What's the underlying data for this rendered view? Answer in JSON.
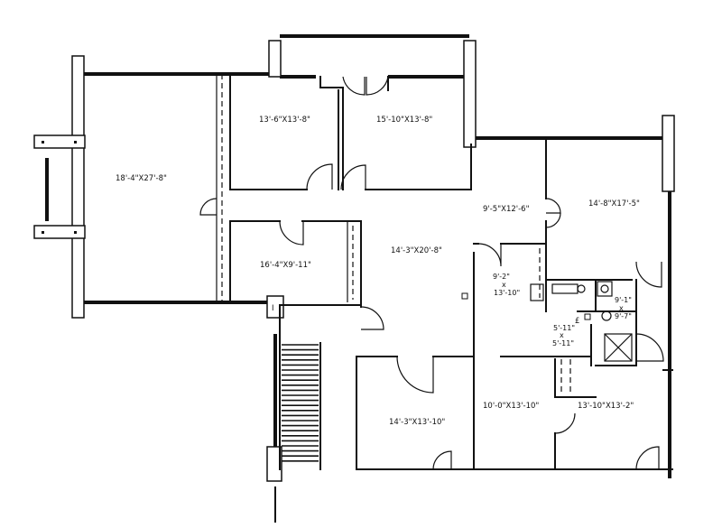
{
  "rooms": {
    "great_room": "18'-4\"X27'-8\"",
    "bedroom_a": "13'-6\"X13'-8\"",
    "bedroom_b": "15'-10\"X13'-8\"",
    "room_mid": "16'-4\"X9'-11\"",
    "living": "14'-3\"X20'-8\"",
    "hall_room": "9'-5\"X12'-6\"",
    "northeast": "14'-8\"X17'-5\"",
    "small_a_1": "9'-2\"",
    "small_a_2": "x",
    "small_a_3": "13'-10\"",
    "bath_1": "9'-1\"",
    "bath_2": "x",
    "bath_3": "9'-7\"",
    "closet_1": "5'-11\"",
    "closet_2": "x",
    "closet_3": "5'-11\"",
    "south_left": "14'-3\"X13'-10\"",
    "south_mid": "10'-0\"X13'-10\"",
    "south_right": "13'-10\"X13'-2\""
  },
  "markers": {
    "column_tag": "I",
    "pound_symbol": "£"
  }
}
